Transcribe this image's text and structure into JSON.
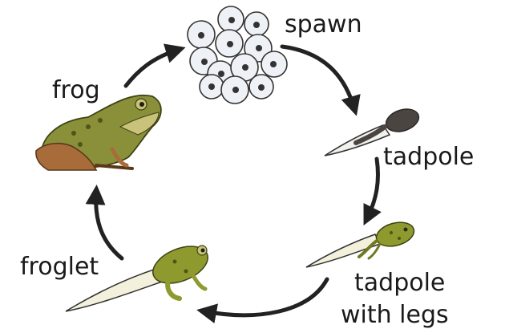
{
  "stages": [
    {
      "id": "spawn",
      "label_lines": [
        "spawn"
      ]
    },
    {
      "id": "tadpole",
      "label_lines": [
        "tadpole"
      ]
    },
    {
      "id": "tadpole-with-legs",
      "label_lines": [
        "tadpole",
        "with legs"
      ]
    },
    {
      "id": "froglet",
      "label_lines": [
        "froglet"
      ]
    },
    {
      "id": "frog",
      "label_lines": [
        "frog"
      ]
    }
  ],
  "colors": {
    "arrow": "#222222",
    "frog_green": "#8a8f3a",
    "frog_light": "#c9c27a",
    "frog_brown": "#a86c3a",
    "tadpole_dark": "#4a4541",
    "tadpole_olive": "#8f9a2e",
    "egg_fill": "#eef1f5",
    "egg_dot": "#333333"
  }
}
